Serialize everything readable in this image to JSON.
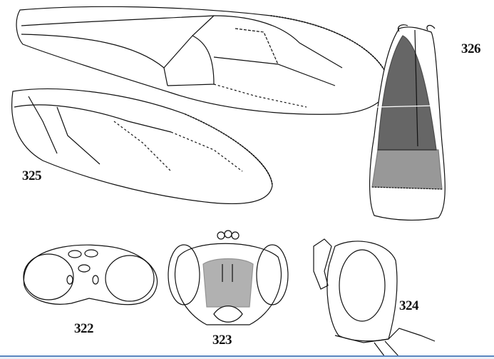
{
  "figures": [
    {
      "id": "forewing-hindwing",
      "label": "325"
    },
    {
      "id": "abdomen",
      "label": "326"
    },
    {
      "id": "head-dorsal",
      "label": "322"
    },
    {
      "id": "head-frontal",
      "label": "323"
    },
    {
      "id": "head-lateral",
      "label": "324"
    }
  ],
  "colors": {
    "ink": "#111111",
    "border": "#5a86c0"
  }
}
